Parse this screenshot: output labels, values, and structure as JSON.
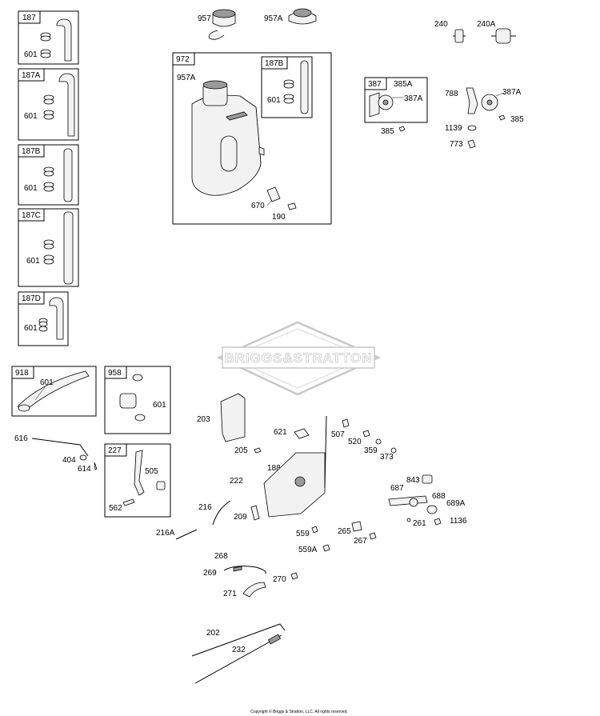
{
  "watermark": "BRIGGS&STRATTON",
  "copyright": "Copyright © Briggs & Stratton, LLC. All rights reserved.",
  "kits": {
    "k187": {
      "title": "187",
      "item": "601"
    },
    "k187a": {
      "title": "187A",
      "item": "601"
    },
    "k187b": {
      "title": "187B",
      "item": "601"
    },
    "k187c": {
      "title": "187C",
      "item": "601"
    },
    "k187d": {
      "title": "187D",
      "item": "601"
    },
    "k972": {
      "title": "972",
      "item": "957A"
    },
    "k972b": {
      "title": "187B",
      "item": "601"
    },
    "k387": {
      "title": "387",
      "item1": "385A",
      "item2": "387A"
    },
    "k918": {
      "title": "918",
      "item": "601"
    },
    "k958": {
      "title": "958",
      "item": "601"
    },
    "k227": {
      "title": "227",
      "item1": "505",
      "item2": "562"
    }
  },
  "labels": {
    "p957": "957",
    "p957a": "957A",
    "p240": "240",
    "p240a": "240A",
    "p670": "670",
    "p190": "190",
    "p385_left": "385",
    "p788": "788",
    "p387a": "387A",
    "p1139": "1139",
    "p385_right": "385",
    "p773": "773",
    "p616": "616",
    "p404": "404",
    "p614": "614",
    "p203": "203",
    "p205": "205",
    "p621": "621",
    "p188": "188",
    "p222": "222",
    "p507": "507",
    "p520": "520",
    "p359": "359",
    "p373": "373",
    "p216": "216",
    "p209": "209",
    "p216a": "216A",
    "p843": "843",
    "p687": "687",
    "p688": "688",
    "p689a": "689A",
    "p261": "261",
    "p1136": "1136",
    "p559": "559",
    "p265": "265",
    "p267": "267",
    "p559a": "559A",
    "p268": "268",
    "p269": "269",
    "p270": "270",
    "p271": "271",
    "p202": "202",
    "p232": "232"
  }
}
